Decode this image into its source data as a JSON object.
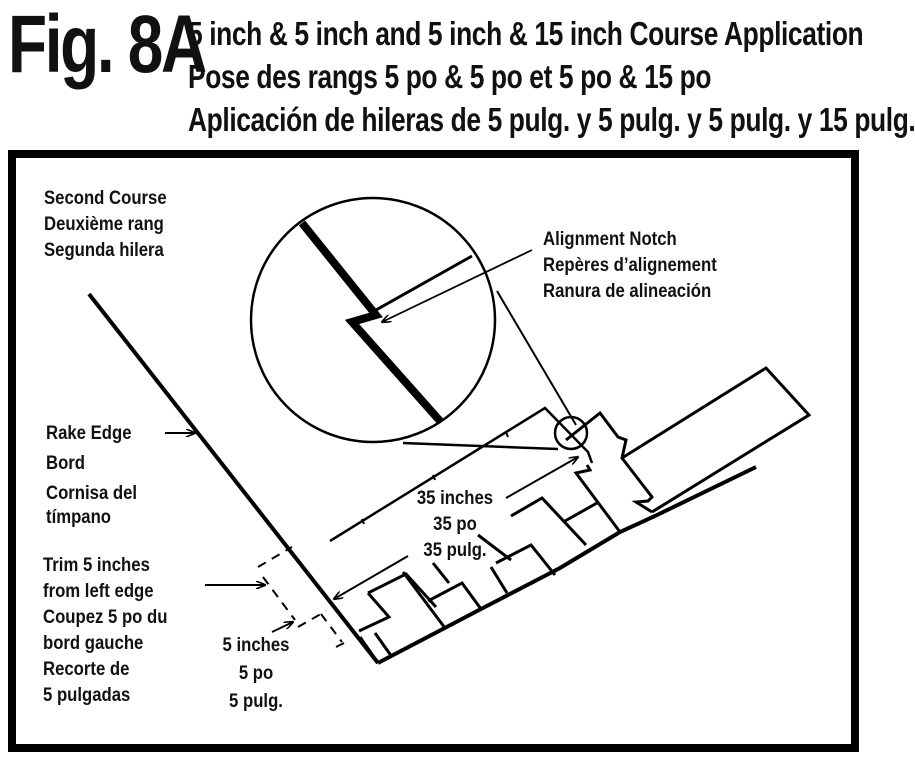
{
  "figure": {
    "label": "Fig. 8A",
    "title_lines": [
      "5 inch & 5 inch and 5 inch & 15 inch Course Application",
      "Pose des rangs 5 po & 5 po et 5 po & 15 po",
      "Aplicación de hileras de 5 pulg. y 5 pulg. y 5 pulg. y 15 pulg."
    ]
  },
  "labels": {
    "second_course": [
      "Second Course",
      "Deuxième rang",
      "Segunda hilera"
    ],
    "alignment_notch": [
      "Alignment Notch",
      "Repères d’alignement",
      "Ranura de alineación"
    ],
    "rake_edge": [
      "Rake Edge",
      "Bord",
      "Cornisa del",
      "tímpano"
    ],
    "trim": [
      "Trim 5 inches",
      "from left edge",
      "Coupez 5 po du",
      "bord gauche",
      "Recorte de",
      "5 pulgadas"
    ],
    "trim_width": [
      "5 inches",
      "5 po",
      "5 pulg."
    ],
    "strip_length": [
      "35 inches",
      "35 po",
      "35 pulg."
    ]
  },
  "colors": {
    "ink": "#000000",
    "background": "#ffffff"
  }
}
